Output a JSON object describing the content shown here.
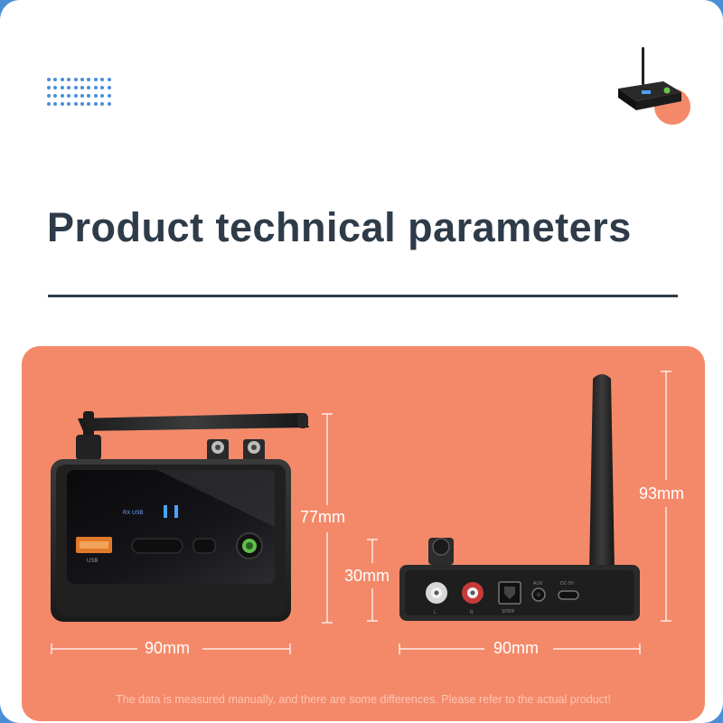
{
  "header": {
    "title": "Product technical parameters",
    "product_thumbnail_icon": "bluetooth-transceiver-thumbnail",
    "dots_icon": "dot-grid-icon"
  },
  "dimensions": {
    "front_height": "77mm",
    "front_width": "90mm",
    "rear_height": "30mm",
    "antenna_height": "93mm",
    "rear_width": "90mm"
  },
  "device_front": {
    "display_labels": "RX USB",
    "usb_label": "USB"
  },
  "device_rear": {
    "port_left": "L",
    "port_right": "R",
    "port_spdif": "SPDIF",
    "port_aux": "AUX",
    "port_dc": "DC-5V"
  },
  "footer": {
    "note": "The data is measured manually, and there are some differences. Please refer to the actual product!"
  },
  "colors": {
    "accent_blue": "#4a8ed6",
    "panel_orange": "#f4896a",
    "title_dark": "#2e3b48"
  }
}
